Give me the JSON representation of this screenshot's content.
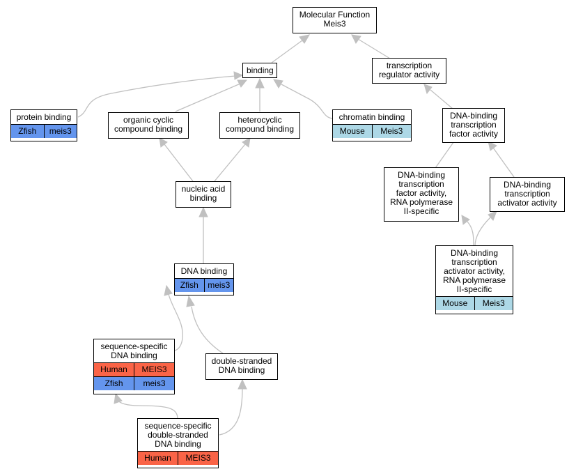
{
  "nodes": {
    "root": {
      "lines": [
        "Molecular Function",
        "Meis3"
      ]
    },
    "binding": {
      "lines": [
        "binding"
      ]
    },
    "transcription_regulator": {
      "lines": [
        "transcription",
        "regulator activity"
      ]
    },
    "protein_binding": {
      "lines": [
        "protein binding"
      ],
      "annotations": [
        {
          "species": "Zfish",
          "gene": "meis3"
        }
      ]
    },
    "organic_cyclic": {
      "lines": [
        "organic cyclic",
        "compound binding"
      ]
    },
    "heterocyclic": {
      "lines": [
        "heterocyclic",
        "compound binding"
      ]
    },
    "chromatin_binding": {
      "lines": [
        "chromatin binding"
      ],
      "annotations": [
        {
          "species": "Mouse",
          "gene": "Meis3"
        }
      ]
    },
    "dbtf": {
      "lines": [
        "DNA-binding",
        "transcription",
        "factor activity"
      ]
    },
    "nucleic_acid": {
      "lines": [
        "nucleic acid",
        "binding"
      ]
    },
    "dbtf_pol2": {
      "lines": [
        "DNA-binding",
        "transcription",
        "factor activity,",
        "RNA polymerase",
        "II-specific"
      ]
    },
    "dbta": {
      "lines": [
        "DNA-binding",
        "transcription",
        "activator activity"
      ]
    },
    "dbta_pol2": {
      "lines": [
        "DNA-binding",
        "transcription",
        "activator activity,",
        "RNA polymerase",
        "II-specific"
      ],
      "annotations": [
        {
          "species": "Mouse",
          "gene": "Meis3"
        }
      ]
    },
    "dna_binding": {
      "lines": [
        "DNA binding"
      ],
      "annotations": [
        {
          "species": "Zfish",
          "gene": "meis3"
        }
      ]
    },
    "seq_specific": {
      "lines": [
        "sequence-specific",
        "DNA binding"
      ],
      "annotations": [
        {
          "species": "Human",
          "gene": "MEIS3"
        },
        {
          "species": "Zfish",
          "gene": "meis3"
        }
      ]
    },
    "double_stranded": {
      "lines": [
        "double-stranded",
        "DNA binding"
      ]
    },
    "seq_specific_ds": {
      "lines": [
        "sequence-specific",
        "double-stranded",
        "DNA binding"
      ],
      "annotations": [
        {
          "species": "Human",
          "gene": "MEIS3"
        }
      ]
    }
  },
  "colors": {
    "Zfish": "#6495ed",
    "Human": "#fa6447",
    "Mouse": "#add8e6",
    "edge": "#c0c0c0"
  }
}
